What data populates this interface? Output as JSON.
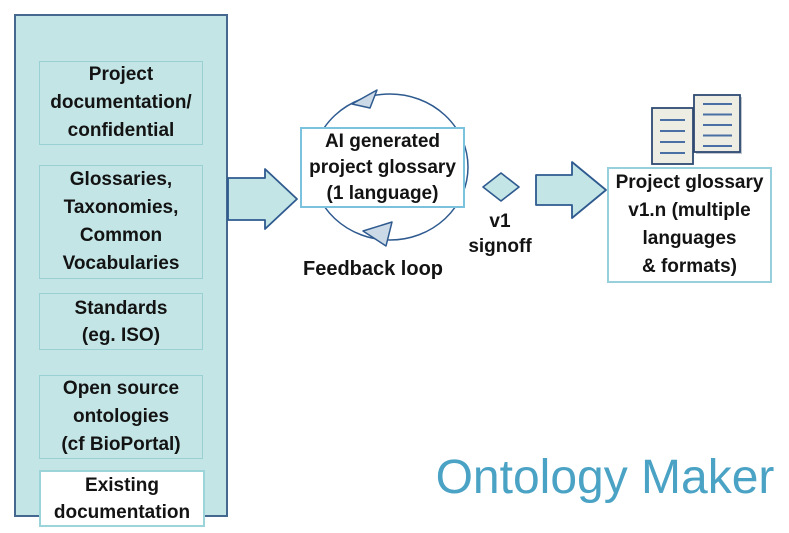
{
  "colors": {
    "panel_fill": "#c3e5e6",
    "panel_border": "#44688f",
    "inner_box_border": "#9ad0d3",
    "shape_border": "#2e5a8f",
    "ai_box_border": "#7ac2dd",
    "output_box_border": "#97cfdd",
    "arrowhead_fill": "#ccd9e6",
    "page_fill": "#eeede4",
    "page_line": "#4a6fa5",
    "brand_blue": "#4aa2c4",
    "text": "#131313"
  },
  "sidebar": {
    "items": [
      {
        "label": "Project\ndocumentation/\nconfidential"
      },
      {
        "label": "Glossaries,\nTaxonomies,\nCommon\nVocabularies"
      },
      {
        "label": "Standards\n(eg. ISO)"
      },
      {
        "label": "Open source\nontologies\n(cf BioPortal)"
      },
      {
        "label": "Existing\ndocumentation"
      }
    ]
  },
  "flow": {
    "ai_box_label": "AI generated\nproject glossary\n(1 language)",
    "feedback_label": "Feedback loop",
    "decision_label": "v1\nsignoff",
    "output_box_label": "Project glossary\nv1.n (multiple\nlanguages\n& formats)"
  },
  "icons": {
    "left_flow_arrow": "block-arrow-right-icon",
    "right_flow_arrow": "block-arrow-right-icon",
    "feedback_loop": "circular-arrows-icon",
    "decision": "diamond-icon",
    "output_documents": "documents-icon"
  },
  "brand": {
    "title": "Ontology Maker"
  }
}
